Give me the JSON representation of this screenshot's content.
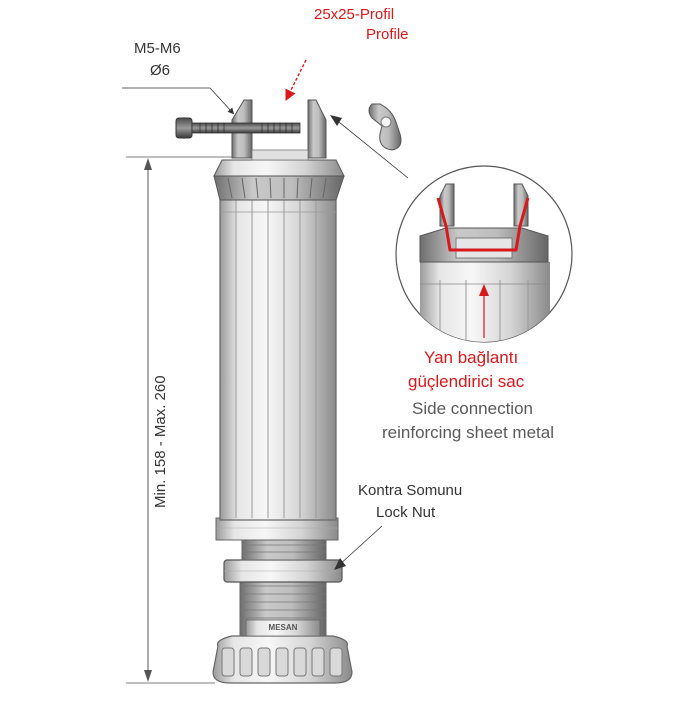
{
  "labels": {
    "profile_line1": "25x25-Profil",
    "profile_line2": "Profile",
    "bolt_line1": "M5-M6",
    "bolt_line2": "Ø6",
    "height_range": "Min. 158 - Max. 260",
    "side_tr_line1": "Yan bağlantı",
    "side_tr_line2": "güçlendirici sac",
    "side_en_line1": "Side connection",
    "side_en_line2": "reinforcing sheet metal",
    "locknut_tr": "Kontra Somunu",
    "locknut_en": "Lock Nut",
    "brand": "MESAN"
  },
  "colors": {
    "accent": "#d7191c",
    "outline": "#5a5a5a",
    "metal_light": "#f0f0f0",
    "metal_mid": "#c8c8c8",
    "metal_dark": "#8c8c8c"
  }
}
